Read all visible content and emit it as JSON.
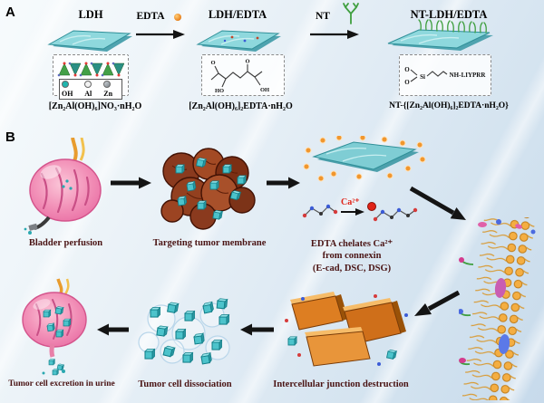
{
  "panel_a": {
    "label": "A",
    "step1": {
      "title": "LDH",
      "formula": "[Zn₂Al(OH)₆]NO₃·nH₂O"
    },
    "step2": {
      "title": "LDH/EDTA",
      "formula": "[Zn₂Al(OH)₆]₂EDTA·nH₂O"
    },
    "step3": {
      "title": "NT-LDH/EDTA",
      "formula": "NT-{[Zn₂Al(OH)₆]₂EDTA·nH₂O}"
    },
    "arrow1_label": "EDTA",
    "arrow2_label": "NT",
    "legend": [
      {
        "label": "OH",
        "color": "#1fb6ae"
      },
      {
        "label": "Al",
        "color": "#f2f2f2"
      },
      {
        "label": "Zn",
        "color": "#8d9499"
      }
    ],
    "edta_atoms": {
      "o1": "O",
      "o2": "O",
      "ho": "HO",
      "oh": "OH"
    },
    "silane": {
      "o1": "O",
      "o2": "O",
      "si": "Si",
      "nh": "NH-",
      "peptide": "LIYPRR"
    }
  },
  "panel_b": {
    "label": "B",
    "ca_label": "Ca²⁺",
    "captions": {
      "bladder_perfusion": "Bladder perfusion",
      "targeting": "Targeting tumor membrane",
      "edta_line1": "EDTA chelates Ca²⁺",
      "edta_line2": "from connexin",
      "edta_line3": "(E-cad, DSC, DSG)",
      "junction": "Intercellular junction destruction",
      "dissociation": "Tumor cell dissociation",
      "excretion": "Tumor cell excretion in urine"
    }
  },
  "colors": {
    "ldh_sheet_teal": "#8ed8dd",
    "ion_orange": "#f0962e",
    "bladder_pink": "#f291b8",
    "tumor_brown": "#8a3a1e",
    "membrane_orange": "#f4ae42",
    "caption_maroon": "#4a1414",
    "calcium_red": "#e02318",
    "nt_green": "#3f9f3f"
  }
}
